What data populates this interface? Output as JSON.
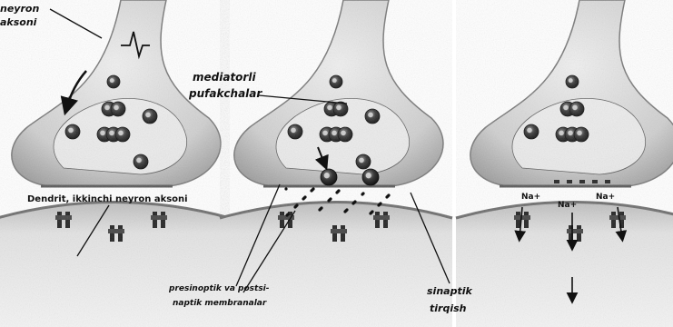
{
  "labels": {
    "axon_line1": "neyron",
    "axon_line2": "aksoni",
    "vesicles_line1": "mediatorli",
    "vesicles_line2": "pufakchalar",
    "dendrite": "Dendrit, ikkinchi neyron aksoni",
    "membranes_line1": "presinoptik va postsi-",
    "membranes_line2": "naptik membranalar",
    "cleft_line1": "sinaptik",
    "cleft_line2": "tirqish",
    "na1": "Na+",
    "na2": "Na+",
    "na3": "Na+"
  },
  "colors": {
    "tissue": "#d6d6d6",
    "tissue_dark": "#8a8a8a",
    "vesicle": "#2a2a2a",
    "ink": "#111111"
  }
}
